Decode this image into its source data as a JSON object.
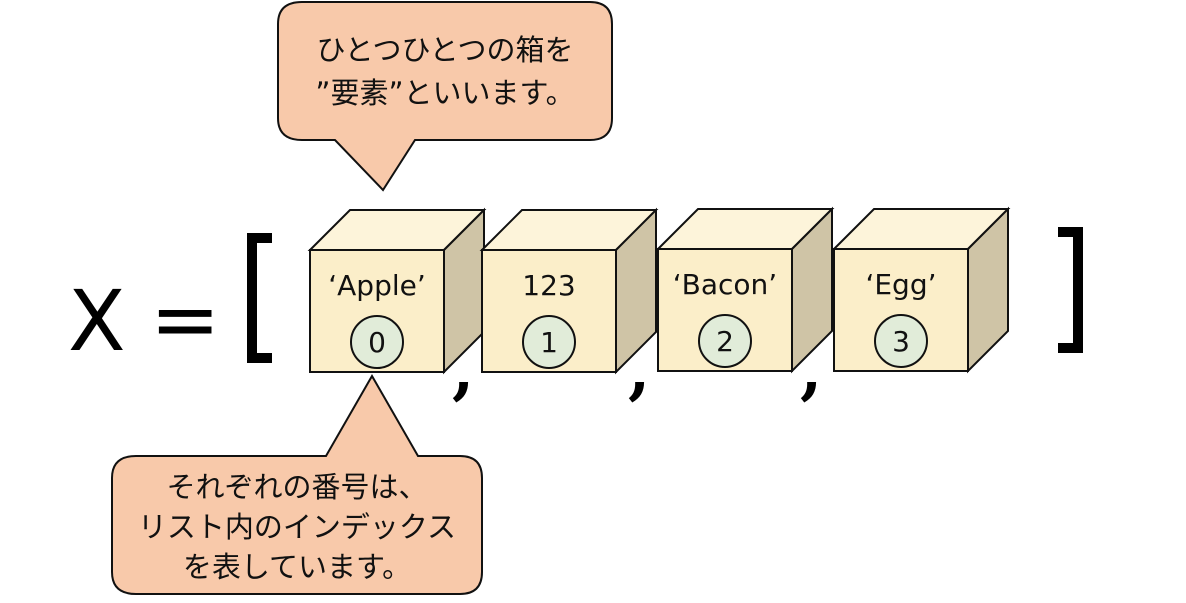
{
  "colors": {
    "box_front": "#fbeec9",
    "box_top": "#fdf4da",
    "box_side": "#cfc4a6",
    "index_circle": "#e1ecd9",
    "callout_fill": "#f8c9aa",
    "outline": "#111111"
  },
  "expression": {
    "variable": "X",
    "equals": "=",
    "open_bracket": "[",
    "close_bracket": "]",
    "separator": ","
  },
  "elements": [
    {
      "value": "‘Apple’",
      "index": "0"
    },
    {
      "value": "123",
      "index": "1"
    },
    {
      "value": "‘Bacon’",
      "index": "2"
    },
    {
      "value": "‘Egg’",
      "index": "3"
    }
  ],
  "callouts": {
    "element": {
      "lines": [
        "ひとつひとつの箱を",
        "”要素”といいます。"
      ]
    },
    "index": {
      "lines": [
        "それぞれの番号は、",
        "リスト内のインデックス",
        "を表しています。"
      ]
    }
  }
}
